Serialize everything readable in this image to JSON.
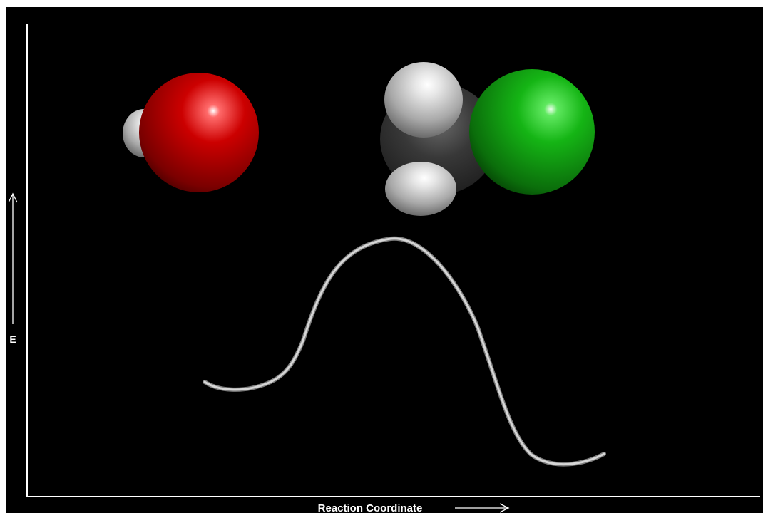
{
  "diagram": {
    "y_axis_label": "E",
    "x_axis_label": "Reaction Coordinate",
    "colors": {
      "background": "#000000",
      "frame": "#ffffff",
      "axes": "#ffffff",
      "curve": "#c8c8c8",
      "oxygen": "#cc0000",
      "hydrogen": "#d8d8d8",
      "carbon": "#2e2e2e",
      "chlorine": "#13b313"
    },
    "molecules": [
      {
        "name": "hydroxide",
        "atoms": [
          "hydrogen",
          "oxygen"
        ]
      },
      {
        "name": "chloromethane",
        "atoms": [
          "hydrogen",
          "hydrogen",
          "carbon",
          "chlorine"
        ]
      }
    ]
  }
}
